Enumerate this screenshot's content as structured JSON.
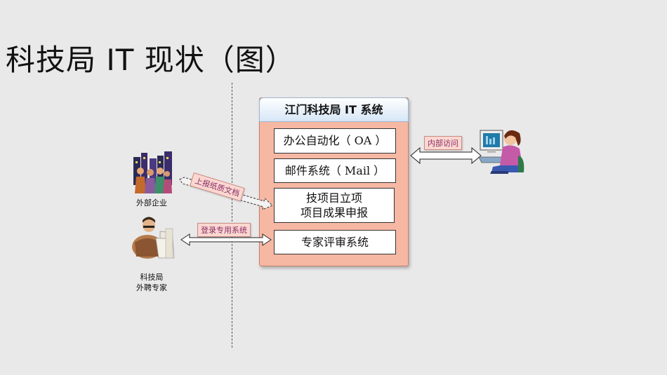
{
  "title": "科技局 IT 现状（图）",
  "system": {
    "header": "江门科技局 IT 系统",
    "boxes": [
      {
        "line1": "办公自动化（ OA ）"
      },
      {
        "line1": "邮件系统（ Mail ）"
      },
      {
        "line1": "技项目立项",
        "line2": "项目成果申报"
      },
      {
        "line1": "专家评审系统"
      }
    ]
  },
  "actors": {
    "enterprise": {
      "label": "外部企业",
      "icon": "business-people-icon"
    },
    "expert": {
      "line1": "科技局",
      "line2": "外聘专家",
      "icon": "expert-at-desk-icon"
    },
    "staff": {
      "icon": "woman-at-computer-icon"
    }
  },
  "arrows": {
    "internal": "内部访问",
    "paper": "上报纸质文档",
    "login": "登录专用系统"
  }
}
